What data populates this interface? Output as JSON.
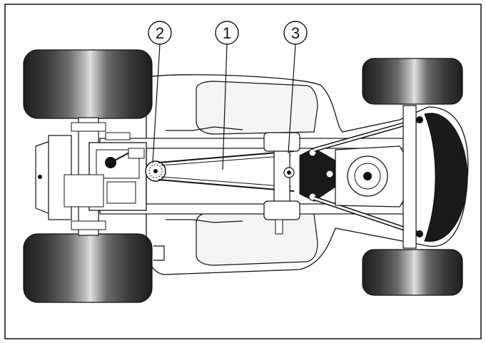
{
  "callouts": [
    {
      "label": "1"
    },
    {
      "label": "2"
    },
    {
      "label": "3"
    }
  ],
  "colors": {
    "line": "#111111",
    "tire_dark": "#2b2b2b",
    "tire_mid": "#6f6f6f",
    "tire_light": "#d8d8d8",
    "frame_fill": "#ffffff",
    "deck_fill": "#f4f4f4",
    "shaded": "#1a1a1a"
  }
}
